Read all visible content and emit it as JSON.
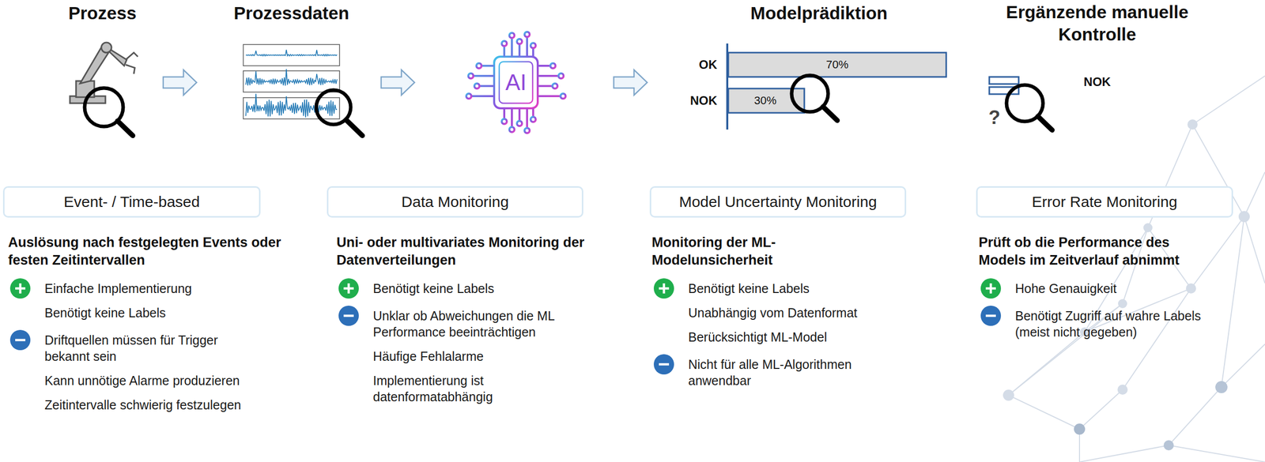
{
  "diagram": {
    "nodes": [
      {
        "text": [
          "Event- / Time-based"
        ]
      },
      {
        "text": [
          "Data Monitoring"
        ]
      },
      {
        "text": [
          "Model Uncertainty Monitoring"
        ]
      },
      {
        "text": [
          "Error Rate Monitoring"
        ]
      }
    ],
    "labels": [
      "Prozess",
      "Prozessdaten",
      "AI",
      "Modelprädiktion",
      "Ergänzende manuelle Kontrolle",
      "OK",
      "70%",
      "NOK",
      "30%",
      "NOK",
      "Auslösung nach festgelegten Events oder festen Zeitintervallen",
      "Einfache Implementierung",
      "Benötigt keine Labels",
      "Driftquellen müssen für Trigger bekannt sein",
      "Kann unnötige Alarme produzieren",
      "Zeitintervalle schwierig festzulegen",
      "Uni- oder multivariates Monitoring der Datenverteilungen",
      "Benötigt keine Labels",
      "Unklar ob Abweichungen die ML Performance beeinträchtigen",
      "Häufige Fehlalarme",
      "Implementierung ist datenformatabhängig",
      "Monitoring der ML-Modelunsicherheit",
      "Benötigt keine Labels",
      "Unabhängig vom Datenformat",
      "Berücksichtigt ML-Model",
      "Nicht für alle ML-Algorithmen anwendbar",
      "Prüft ob die Performance des Models im Zeitverlauf abnimmt",
      "Hohe Genauigkeit",
      "Benötigt Zugriff auf wahre Labels (meist nicht gegeben)",
      "?"
    ]
  }
}
